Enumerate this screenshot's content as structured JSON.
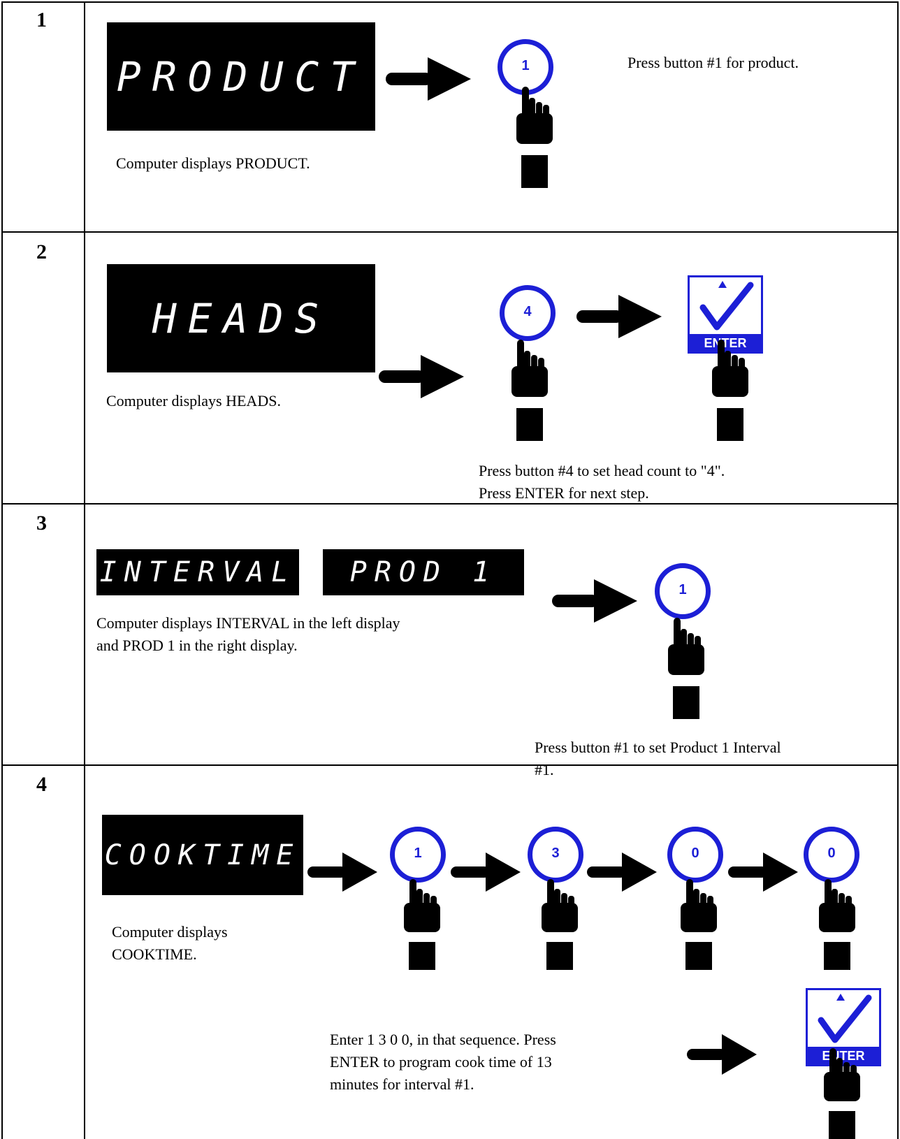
{
  "steps": [
    {
      "number": "1",
      "displays": [
        "PRODUCT"
      ],
      "buttons": [
        "1"
      ],
      "left_text": "Computer displays PRODUCT.",
      "instruction": "Press button #1 for product."
    },
    {
      "number": "2",
      "displays": [
        "HEADS"
      ],
      "buttons": [
        "4"
      ],
      "enter_label": "ENTER",
      "left_text": "Computer displays HEADS.",
      "instruction_lines": [
        "Press button #4 to set head count to \"4\".",
        "Press ENTER for next step."
      ]
    },
    {
      "number": "3",
      "displays": [
        "INTERVAL",
        "PROD 1"
      ],
      "buttons": [
        "1"
      ],
      "left_text_lines": [
        "Computer displays INTERVAL in the left display",
        "and PROD 1 in the right display."
      ],
      "instruction_lines": [
        "Press button #1 to set Product 1 Interval",
        "#1."
      ]
    },
    {
      "number": "4",
      "displays": [
        "COOKTIME"
      ],
      "buttons": [
        "1",
        "3",
        "0",
        "0"
      ],
      "enter_label": "ENTER",
      "left_text_lines": [
        "Computer displays",
        "COOKTIME."
      ],
      "instruction_lines": [
        "Enter 1 3 0 0, in that sequence.  Press",
        "ENTER to program cook time of 13",
        "minutes for interval #1."
      ]
    }
  ],
  "colors": {
    "button_blue": "#1c1fd6",
    "display_bg": "#000000",
    "display_text": "#ffffff"
  },
  "icons": {
    "arrow": "right-arrow-icon",
    "hand": "pointing-hand-icon",
    "enter": "checkmark-enter-icon"
  }
}
